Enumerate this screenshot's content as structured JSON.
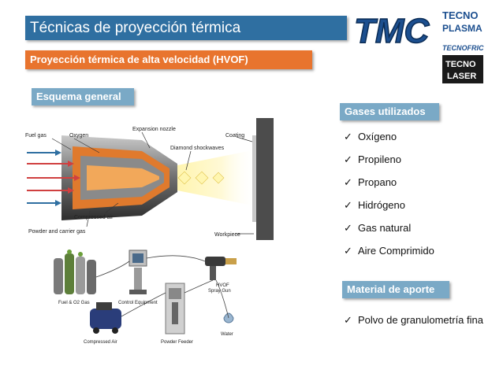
{
  "title": "Técnicas de proyección térmica",
  "subtitle": "Proyección térmica de alta velocidad (HVOF)",
  "sections": {
    "esquema": "Esquema general",
    "gases": "Gases utilizados",
    "material": "Material de aporte"
  },
  "gases": [
    "Oxígeno",
    "Propileno",
    "Propano",
    "Hidrógeno",
    "Gas natural",
    "Aire Comprimido"
  ],
  "material": [
    "Polvo de granulometría fina"
  ],
  "logo": {
    "tmc": "TMC",
    "tecno1": "TECNO",
    "plasma": "PLASMA",
    "tecnofric": "TECNOFRIC",
    "tecno2": "TECNO",
    "laser": "LASER"
  },
  "diagram": {
    "fuel_gas": "Fuel gas",
    "oxygen": "Oxygen",
    "expansion_nozzle": "Expansion nozzle",
    "coating": "Coating",
    "diamond_shockwaves": "Diamond shockwaves",
    "compressed_air": "Compressed air",
    "powder_carrier": "Powder and carrier gas",
    "workpiece": "Workpiece"
  },
  "equipment": {
    "fuel_o2": "Fuel & O2 Gas",
    "control": "Control Equipment",
    "hvof_gun_1": "HVOF",
    "hvof_gun_2": "Spray Gun",
    "compressed_air": "Compressed Air",
    "powder_feeder": "Powder Feeder",
    "water": "Water"
  },
  "colors": {
    "title_bg": "#2f6fa1",
    "subtitle_bg": "#e8742e",
    "tag_bg": "#7aa9c6"
  }
}
